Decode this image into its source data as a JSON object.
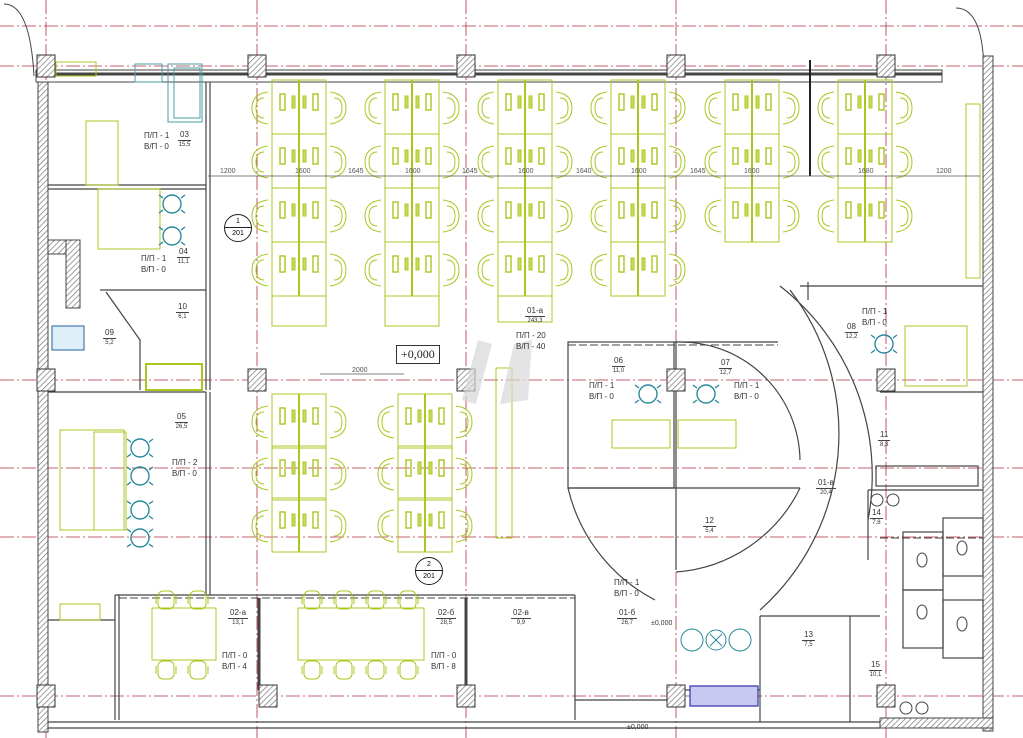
{
  "drawing": {
    "type": "office floor plan",
    "level": "+0,000",
    "elevation_marks": [
      "±0,000",
      "±0,000"
    ],
    "colors": {
      "walls": "#555555",
      "grid_lines": "#b03040",
      "furniture_workstations": "#a8c820",
      "chairs_meeting": "#2a8a9a",
      "sofa": "#4aa0a8",
      "heater": "#3030b0",
      "column_hatch": "#888888"
    }
  },
  "dimensions": {
    "top_row": [
      "1200",
      "1600",
      "1645",
      "1600",
      "1645",
      "1600",
      "1640",
      "1600",
      "1645",
      "1600",
      "1680",
      "1200"
    ],
    "middle": "2000"
  },
  "section_markers": [
    {
      "num": "1",
      "sheet": "201"
    },
    {
      "num": "2",
      "sheet": "201"
    }
  ],
  "rooms": [
    {
      "id": "03",
      "area": "15,5",
      "pp": "П/П - 1",
      "vp": "В/П - 0"
    },
    {
      "id": "04",
      "area": "11,1",
      "pp": "П/П - 1",
      "vp": "В/П - 0"
    },
    {
      "id": "10",
      "area": "6,1"
    },
    {
      "id": "09",
      "area": "5,2"
    },
    {
      "id": "05",
      "area": "26,5",
      "pp": "П/П - 2",
      "vp": "В/П - 0"
    },
    {
      "id": "01-а",
      "area": "243,3",
      "pp": "П/П - 20",
      "vp": "В/П - 40"
    },
    {
      "id": "06",
      "area": "11,0",
      "pp": "П/П - 1",
      "vp": "В/П - 0"
    },
    {
      "id": "07",
      "area": "12,7",
      "pp": "П/П - 1",
      "vp": "В/П - 0"
    },
    {
      "id": "08",
      "area": "12,2",
      "pp": "П/П - 1",
      "vp": "В/П - 0"
    },
    {
      "id": "11",
      "area": "8,3"
    },
    {
      "id": "01-в",
      "area": "20,4"
    },
    {
      "id": "12",
      "area": "5,4"
    },
    {
      "id": "14",
      "area": "7,8"
    },
    {
      "id": "01-б",
      "area": "26,7",
      "pp": "П/П - 1",
      "vp": "В/П - 0"
    },
    {
      "id": "13",
      "area": "7,5"
    },
    {
      "id": "15",
      "area": "10,1"
    },
    {
      "id": "02-а",
      "area": "13,1",
      "pp": "П/П - 0",
      "vp": "В/П - 4"
    },
    {
      "id": "02-б",
      "area": "28,5",
      "pp": "П/П - 0",
      "vp": "В/П - 8"
    },
    {
      "id": "02-в",
      "area": "9,9"
    }
  ]
}
